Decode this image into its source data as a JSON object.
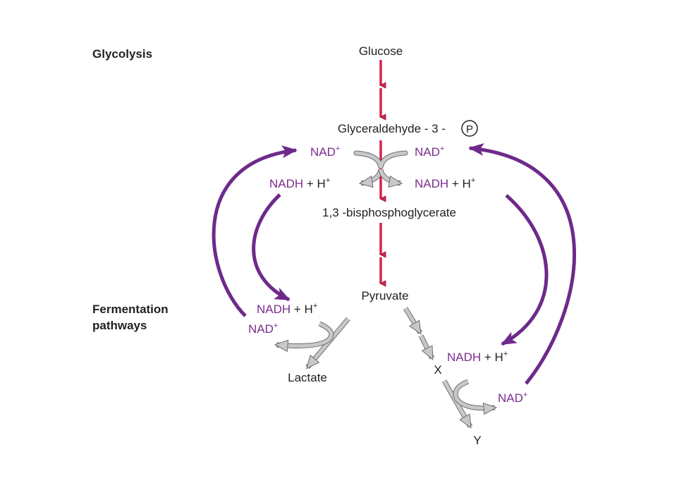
{
  "headings": {
    "glycolysis": "Glycolysis",
    "fermentation_line1": "Fermentation",
    "fermentation_line2": "pathways"
  },
  "metabolites": {
    "glucose": "Glucose",
    "g3p": "Glyceraldehyde - 3 -",
    "phosphate_symbol": "P",
    "bpg": "1,3 -bisphosphoglycerate",
    "pyruvate": "Pyruvate",
    "lactate": "Lactate",
    "x": "X",
    "y": "Y"
  },
  "cofactors": {
    "nad": "NAD",
    "plus": "+",
    "nadh": "NADH",
    "h_plus_joiner": " + H"
  },
  "colors": {
    "glycolysis_arrow": "#d6234f",
    "cofactor_arrow": "#6e2a8a",
    "side_arrow_fill": "#c7c8ca",
    "side_arrow_stroke": "#6d6e71",
    "text": "#231f20",
    "cofactor_text": "#7b2d8e"
  }
}
